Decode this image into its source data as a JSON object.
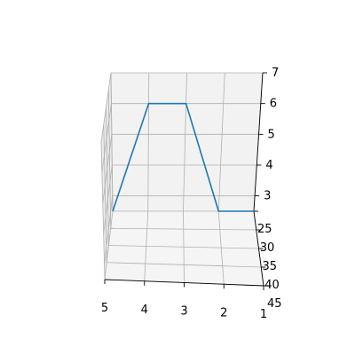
{
  "chart_data": {
    "type": "line",
    "projection": "3d",
    "x_ticks": [
      "5",
      "4",
      "3",
      "2",
      "1"
    ],
    "y_ticks": [
      "25",
      "30",
      "35",
      "40",
      "45"
    ],
    "z_ticks": [
      "3",
      "4",
      "5",
      "6",
      "7"
    ],
    "xlim": [
      1,
      5
    ],
    "ylim": [
      25,
      45
    ],
    "zlim": [
      2.5,
      7
    ],
    "grid": true,
    "series": [
      {
        "color": "#1f77b4",
        "points": [
          {
            "x": 5,
            "y": 25,
            "z": 2.5
          },
          {
            "x": 4,
            "y": 25,
            "z": 6.0
          },
          {
            "x": 3,
            "y": 25,
            "z": 6.0
          },
          {
            "x": 2,
            "y": 25,
            "z": 2.5
          },
          {
            "x": 1,
            "y": 25,
            "z": 2.5
          }
        ]
      }
    ]
  },
  "colors": {
    "pane_back": "#f2f2f2",
    "pane_side": "#ebebeb",
    "pane_floor": "#f5f5f5",
    "grid": "#b0b0b0",
    "axis": "#000000"
  }
}
